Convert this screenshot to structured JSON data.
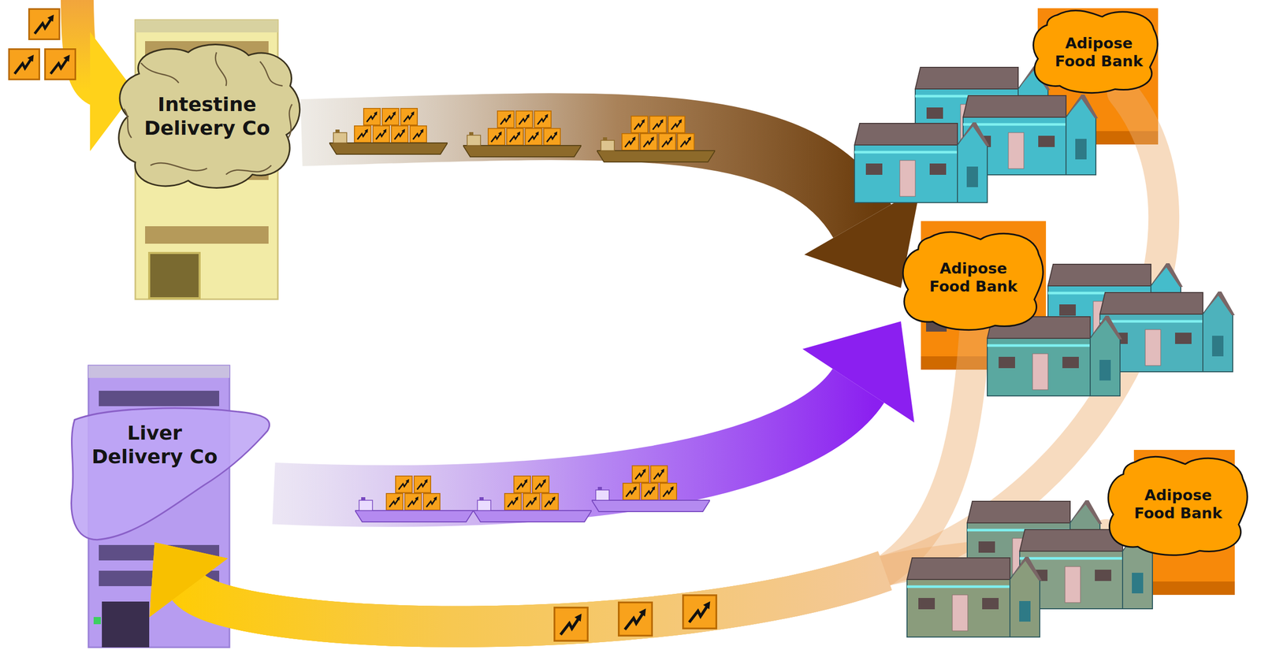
{
  "diagram": {
    "nodes": [
      {
        "text": [
          "Intestine Delivery Co"
        ]
      },
      {
        "text": [
          "Liver Delivery Co"
        ]
      },
      {
        "text": [
          "Adipose Food Bank"
        ]
      },
      {
        "text": [
          "Adipose Food Bank"
        ]
      },
      {
        "text": [
          "Adipose Food Bank"
        ]
      }
    ],
    "edges": [
      {
        "from": 0,
        "to": 3,
        "arrow": "to"
      },
      {
        "from": 1,
        "to": 3,
        "arrow": "to"
      },
      {
        "from": 2,
        "to": 1,
        "arrow": "to"
      },
      {
        "from": 3,
        "to": 1,
        "arrow": "to"
      },
      {
        "from": 4,
        "to": 1,
        "arrow": "to"
      }
    ]
  }
}
